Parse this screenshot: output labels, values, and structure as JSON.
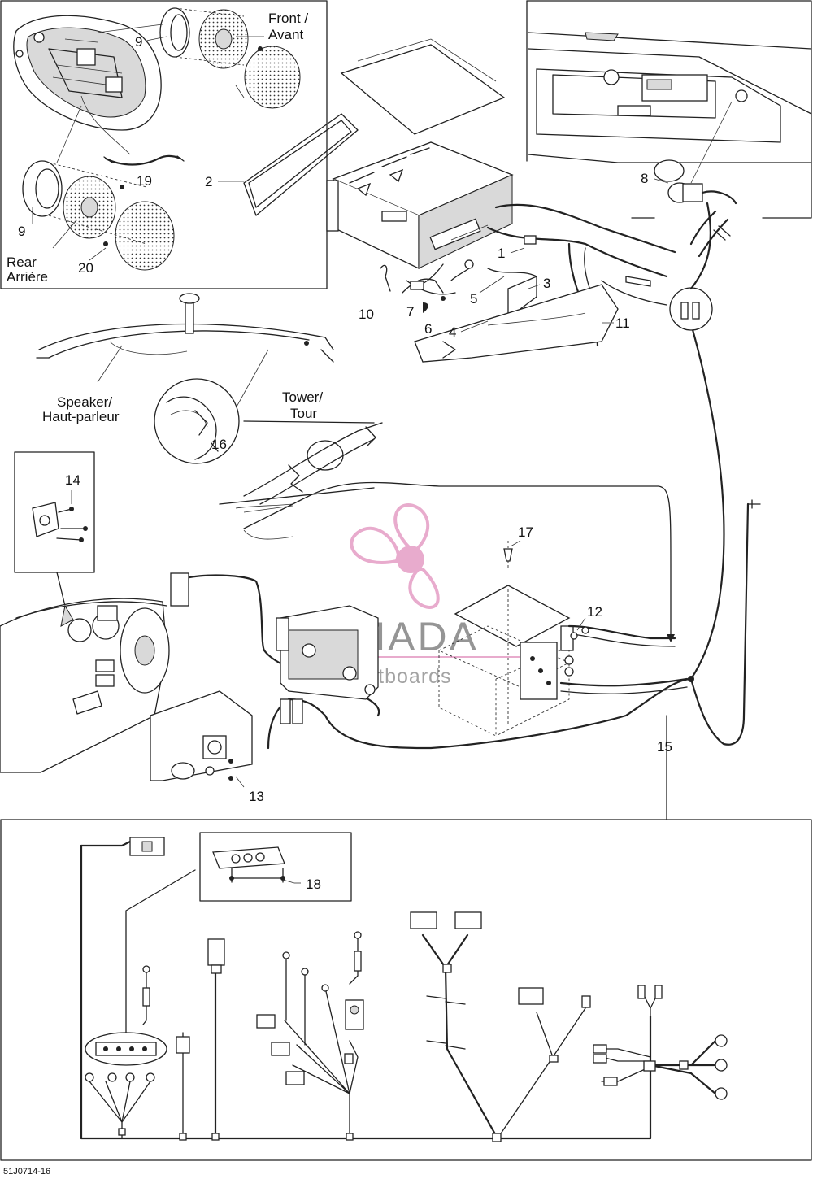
{
  "callouts": [
    "1",
    "2",
    "3",
    "4",
    "5",
    "6",
    "7",
    "8",
    "9",
    "9",
    "10",
    "11",
    "12",
    "13",
    "14",
    "15",
    "16",
    "17",
    "18",
    "19",
    "20"
  ],
  "labels": {
    "front": "Front /",
    "avant": "Avant",
    "rear": "Rear",
    "arriere": "Arrière",
    "speaker": "Speaker/",
    "haut_parleur": "Haut-parleur",
    "tower": "Tower/",
    "tour": "Tour"
  },
  "watermark": {
    "brand": "ARMADA",
    "tagline": "marine outboards",
    "logo_icon": "propeller-logo-icon",
    "color": "#e6a3c8"
  },
  "figure_code": "51J0714-16"
}
